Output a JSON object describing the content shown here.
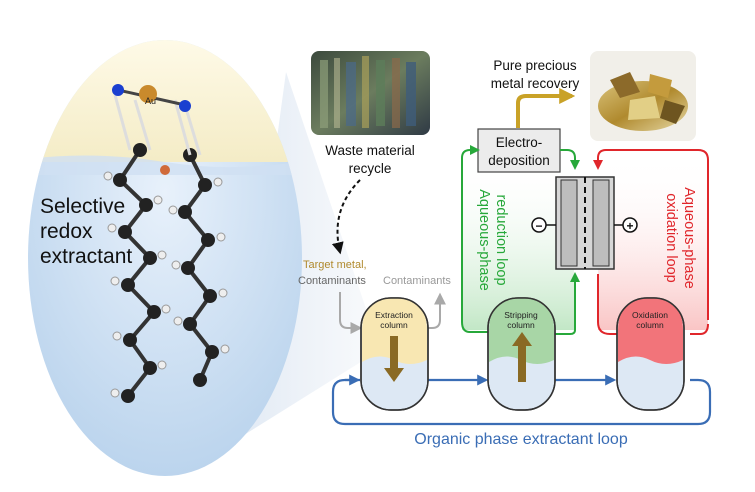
{
  "left_panel": {
    "label_line1": "Selective",
    "label_line2": "redox",
    "label_line3": "extractant",
    "au_label": "Au"
  },
  "waste": {
    "line1": "Waste material",
    "line2": "recycle"
  },
  "recovery": {
    "line1": "Pure precious",
    "line2": "metal recovery"
  },
  "electrodeposition": {
    "line1": "Electro-",
    "line2": "deposition"
  },
  "inputs": {
    "target_metal": "Target metal,",
    "contaminants_in": "Contaminants",
    "contaminants_out": "Contaminants"
  },
  "loops": {
    "reduction_line1": "Aqueous-phase",
    "reduction_line2": "reduction loop",
    "oxidation_line1": "Aqueous-phase",
    "oxidation_line2": "oxidation loop",
    "organic": "Organic phase extractant loop"
  },
  "columns": {
    "extraction_line1": "Extraction",
    "extraction_line2": "column",
    "stripping_line1": "Stripping",
    "stripping_line2": "column",
    "oxidation_line1": "Oxidation",
    "oxidation_line2": "column"
  },
  "cell": {
    "minus": "−",
    "plus": "+"
  },
  "colors": {
    "reduction_green": "#27a83a",
    "oxidation_red": "#e0262b",
    "organic_blue": "#3a6db5",
    "gold_arrow": "#c9a227",
    "gray_flow": "#a9a9a9"
  }
}
